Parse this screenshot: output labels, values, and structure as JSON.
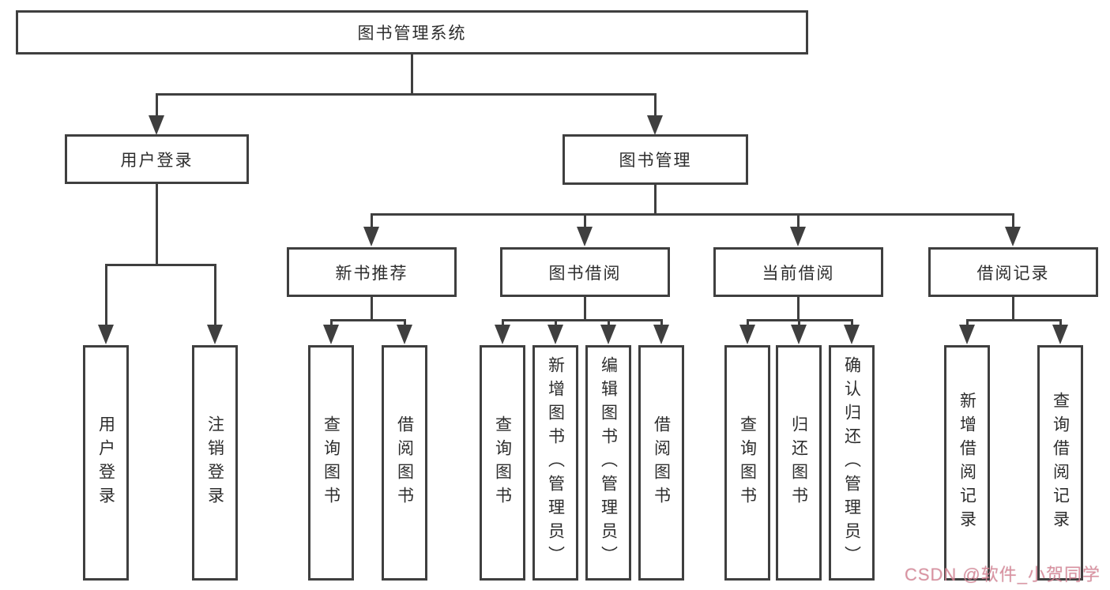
{
  "diagram": {
    "root": {
      "label": "图书管理系统"
    },
    "level2": [
      {
        "label": "用户登录"
      },
      {
        "label": "图书管理"
      }
    ],
    "level3": [
      {
        "label": "新书推荐"
      },
      {
        "label": "图书借阅"
      },
      {
        "label": "当前借阅"
      },
      {
        "label": "借阅记录"
      }
    ],
    "leaves": {
      "user_login": [
        "用户登录",
        "注销登录"
      ],
      "new_books": [
        "查询图书",
        "借阅图书"
      ],
      "book_borrow": [
        "查询图书",
        "新增图书（管理员）",
        "编辑图书（管理员）",
        "借阅图书"
      ],
      "current_borrow": [
        "查询图书",
        "归还图书",
        "确认归还（管理员）"
      ],
      "borrow_records": [
        "新增借阅记录",
        "查询借阅记录"
      ]
    }
  },
  "watermark": {
    "text": "CSDN @软件_小贺同学"
  },
  "colors": {
    "line": "#3f3f3f",
    "text": "#2d2d2d",
    "background": "#ffffff",
    "watermark": "#de7d91"
  }
}
